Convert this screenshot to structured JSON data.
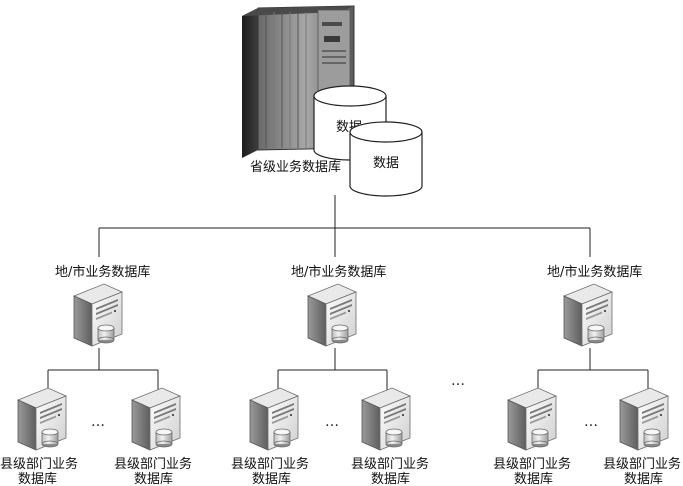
{
  "province": {
    "label": "省级业务数据库",
    "db_label_1": "数据",
    "db_label_2": "数据"
  },
  "city_nodes": [
    {
      "label": "地/市业务数据库"
    },
    {
      "label": "地/市业务数据库"
    },
    {
      "label": "地/市业务数据库"
    }
  ],
  "county_nodes": [
    {
      "line1": "县级部门业务",
      "line2": "数据库"
    },
    {
      "line1": "县级部门业务",
      "line2": "数据库"
    },
    {
      "line1": "县级部门业务",
      "line2": "数据库"
    },
    {
      "line1": "县级部门业务",
      "line2": "数据库"
    },
    {
      "line1": "县级部门业务",
      "line2": "数据库"
    },
    {
      "line1": "县级部门业务",
      "line2": "数据库"
    }
  ],
  "ellipsis": "…",
  "colors": {
    "line": "#222222",
    "server_light": "#f4f4f4",
    "server_dark": "#6f6f6f",
    "mainframe": "#2b2b2b"
  }
}
